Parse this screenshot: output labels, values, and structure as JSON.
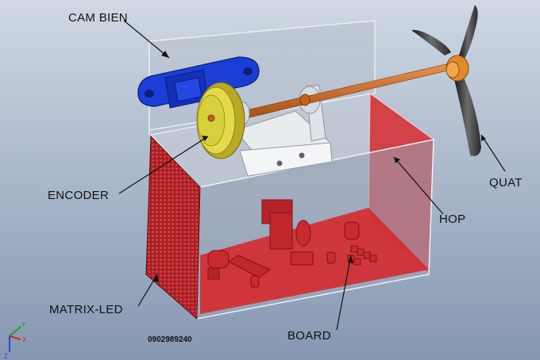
{
  "labels": {
    "sensor": "CAM BIEN",
    "encoder": "ENCODER",
    "matrix_led": "MATRIX-LED",
    "board": "BOARD",
    "box": "HOP",
    "fan": "QUAT"
  },
  "phone": "0902989240",
  "triad": {
    "x": "X",
    "y": "Y",
    "z": "Z"
  },
  "colors": {
    "background_top": "#c9d4e2",
    "background_bottom": "#8a9db7",
    "led_red": "#b3262a",
    "board_red": "#d02a2e",
    "gear_yellow": "#d8cf3c",
    "sensor_blue": "#1b3fd6",
    "shaft_orange": "#c8621a"
  }
}
